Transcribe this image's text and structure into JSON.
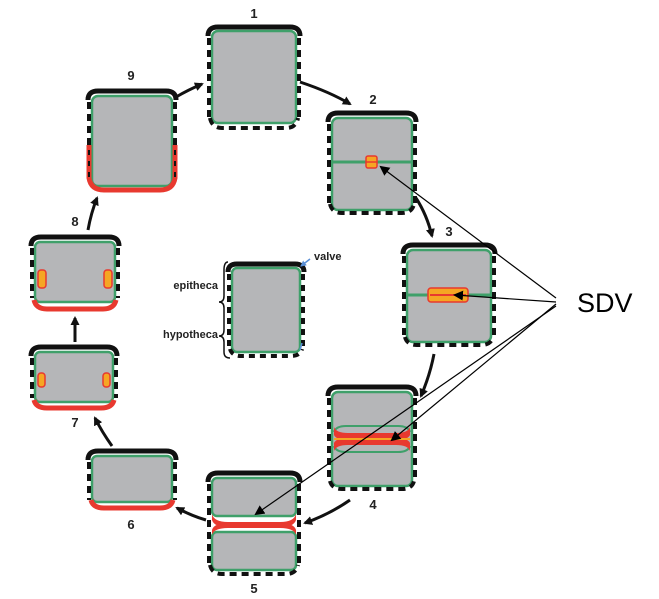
{
  "stages": [
    {
      "label": "1"
    },
    {
      "label": "2"
    },
    {
      "label": "3"
    },
    {
      "label": "4"
    },
    {
      "label": "5"
    },
    {
      "label": "6"
    },
    {
      "label": "7"
    },
    {
      "label": "8"
    },
    {
      "label": "9"
    }
  ],
  "legend": {
    "epitheca": "epitheca",
    "hypotheca": "hypotheca",
    "valve": "valve"
  },
  "callout": {
    "label": "SDV"
  },
  "colors": {
    "cell": "#b5b6b8",
    "membrane": "#3fa06a",
    "frustule": "#111111",
    "new_valve": "#e8392f",
    "sdv_fill": "#f5a623",
    "valve_pointer": "#5a8fd6"
  }
}
